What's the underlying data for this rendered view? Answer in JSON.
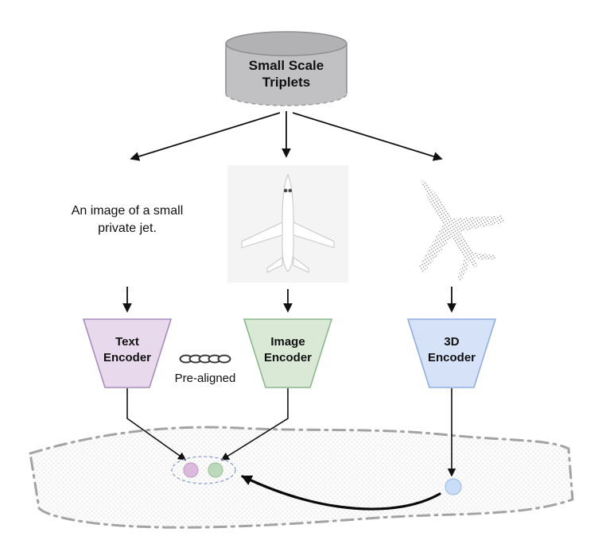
{
  "diagram": {
    "database": {
      "icon": "database-cylinder-icon",
      "label": "Small Scale\nTriplets"
    },
    "modalities": {
      "text_sample": "An image of a small\nprivate jet.",
      "image_sample_icon": "airplane-top-view-image",
      "shape_sample_icon": "airplane-point-cloud"
    },
    "encoders": [
      {
        "id": "text",
        "label": "Text\nEncoder",
        "fill": "#e9d9ec",
        "stroke": "#a98bbd"
      },
      {
        "id": "image",
        "label": "Image\nEncoder",
        "fill": "#d9e9d6",
        "stroke": "#8cb98c"
      },
      {
        "id": "shape",
        "label": "3D\nEncoder",
        "fill": "#d6e2f8",
        "stroke": "#8fafe0"
      }
    ],
    "alignment": {
      "icon": "chain-icon",
      "label": "Pre-aligned"
    },
    "embedding_space": {
      "manifold_border": "#a3a3a3",
      "cluster_outline": "#8aa2cc",
      "text_dot": {
        "fill": "#dcbade",
        "stroke": "#c79fcb"
      },
      "image_dot": {
        "fill": "#bcdabb",
        "stroke": "#9cc49b"
      },
      "shape_dot": {
        "fill": "#caddf6",
        "stroke": "#a3c0e8"
      }
    }
  }
}
